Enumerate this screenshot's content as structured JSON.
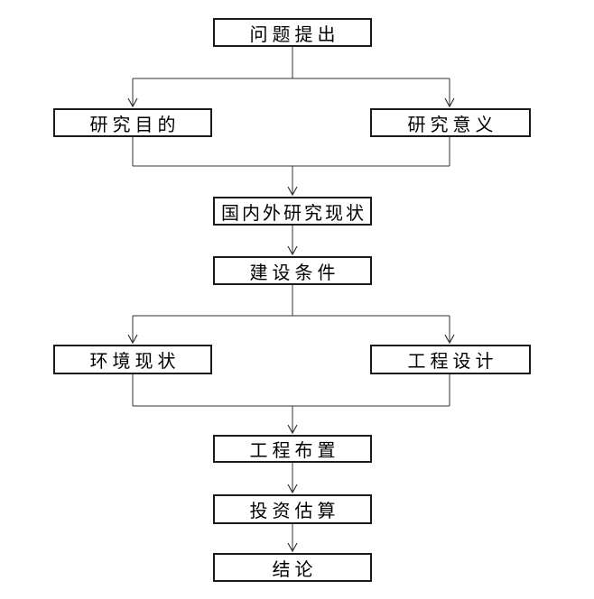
{
  "diagram": {
    "type": "flowchart",
    "nodes": [
      {
        "id": "problem",
        "label": "问题提出"
      },
      {
        "id": "purpose",
        "label": "研究目的"
      },
      {
        "id": "significance",
        "label": "研究意义"
      },
      {
        "id": "status",
        "label": "国内外研究现状"
      },
      {
        "id": "conditions",
        "label": "建设条件"
      },
      {
        "id": "environment",
        "label": "环境现状"
      },
      {
        "id": "design",
        "label": "工程设计"
      },
      {
        "id": "layout",
        "label": "工程布置"
      },
      {
        "id": "investment",
        "label": "投资估算"
      },
      {
        "id": "conclusion",
        "label": "结论"
      }
    ],
    "edges": [
      {
        "from": "问题提出",
        "to": "研究目的"
      },
      {
        "from": "问题提出",
        "to": "研究意义"
      },
      {
        "from": "研究目的",
        "to": "国内外研究现状"
      },
      {
        "from": "研究意义",
        "to": "国内外研究现状"
      },
      {
        "from": "国内外研究现状",
        "to": "建设条件"
      },
      {
        "from": "建设条件",
        "to": "环境现状"
      },
      {
        "from": "建设条件",
        "to": "工程设计"
      },
      {
        "from": "环境现状",
        "to": "工程布置"
      },
      {
        "from": "工程设计",
        "to": "工程布置"
      },
      {
        "from": "工程布置",
        "to": "投资估算"
      },
      {
        "from": "投资估算",
        "to": "结论"
      }
    ],
    "colors": {
      "background": "#ffffff",
      "box_border": "#1a1a1a",
      "line": "#333333",
      "text": "#000000"
    }
  }
}
